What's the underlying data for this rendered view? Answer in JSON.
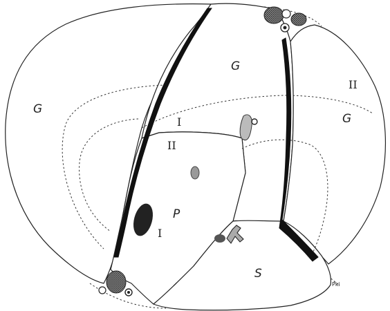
{
  "labels": {
    "g_left": "G",
    "g_center": "G",
    "g_right": "G",
    "region_right_layer": "II",
    "region_center_upper": "I",
    "region_center_lower": "II",
    "p": "P",
    "region_bottom_left": "I",
    "s": "S",
    "signature": "Pki"
  },
  "colors": {
    "stroke": "#222222",
    "septum": "#111111",
    "hatch_fill": "#777777",
    "grey_body": "#999999"
  }
}
